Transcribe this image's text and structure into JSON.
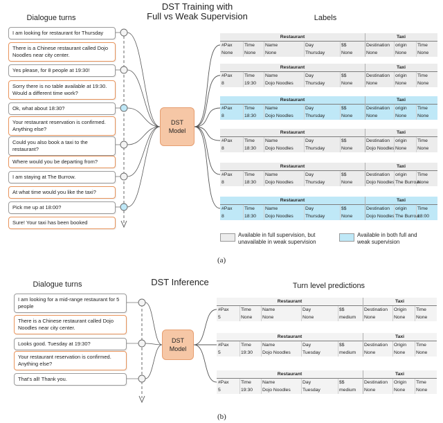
{
  "panel_a": {
    "title_line1": "DST Training with",
    "title_line2": "Full vs Weak Supervision",
    "dialogue_header": "Dialogue turns",
    "labels_header": "Labels",
    "model_label": "DST\nModel",
    "turns": [
      {
        "speaker": "user",
        "text": "I am looking for restaurant for Thursday",
        "marker": "open"
      },
      {
        "speaker": "system",
        "text": "There is a Chinese restaurant called Dojo Noodles near city center.",
        "marker": "none"
      },
      {
        "speaker": "user",
        "text": "Yes please, for 8 people at 19:30!",
        "marker": "open"
      },
      {
        "speaker": "system",
        "text": "Sorry there is no table available at 19:30. Would a different time work?",
        "marker": "none"
      },
      {
        "speaker": "user",
        "text": "Ok, what about 18:30?",
        "marker": "blue"
      },
      {
        "speaker": "system",
        "text": "Your restaurant reservation is confirmed. Anything else?",
        "marker": "none"
      },
      {
        "speaker": "user",
        "text": "Could you also book a taxi to the restaurant?",
        "marker": "open"
      },
      {
        "speaker": "system",
        "text": "Where would you be departing from?",
        "marker": "none"
      },
      {
        "speaker": "user",
        "text": "I am staying at The Burrow.",
        "marker": "open"
      },
      {
        "speaker": "system",
        "text": "At what time would you like the taxi?",
        "marker": "none"
      },
      {
        "speaker": "user",
        "text": "Pick me up at 18:00?",
        "marker": "blue"
      },
      {
        "speaker": "system",
        "text": "Sure! Your taxi has been booked",
        "marker": "none"
      }
    ],
    "tables": [
      {
        "style": "full",
        "groups": [
          "Restaurant",
          "Taxi"
        ],
        "headers": [
          "#Pax",
          "Time",
          "Name",
          "Day",
          "$$",
          "Destination",
          "origin",
          "Time"
        ],
        "values": [
          "None",
          "None",
          "None",
          "Thursday",
          "None",
          "None",
          "None",
          "None"
        ]
      },
      {
        "style": "full",
        "groups": [
          "Restaurant",
          "Taxi"
        ],
        "headers": [
          "#Pax",
          "Time",
          "Name",
          "Day",
          "$$",
          "Destination",
          "origin",
          "Time"
        ],
        "values": [
          "8",
          "19:30",
          "Dojo Noodles",
          "Thursday",
          "None",
          "None",
          "None",
          "None"
        ]
      },
      {
        "style": "hl",
        "groups": [
          "Restaurant",
          "Taxi"
        ],
        "headers": [
          "#Pax",
          "Time",
          "Name",
          "Day",
          "$$",
          "Destination",
          "origin",
          "Time"
        ],
        "values": [
          "8",
          "18:30",
          "Dojo Noodles",
          "Thursday",
          "None",
          "None",
          "None",
          "None"
        ]
      },
      {
        "style": "full",
        "groups": [
          "Restaurant",
          "Taxi"
        ],
        "headers": [
          "#Pax",
          "Time",
          "Name",
          "Day",
          "$$",
          "Destination",
          "origin",
          "Time"
        ],
        "values": [
          "8",
          "18:30",
          "Dojo Noodles",
          "Thursday",
          "None",
          "Dojo Noodles",
          "None",
          "None"
        ]
      },
      {
        "style": "full",
        "groups": [
          "Restaurant",
          "Taxi"
        ],
        "headers": [
          "#Pax",
          "Time",
          "Name",
          "Day",
          "$$",
          "Destination",
          "origin",
          "Time"
        ],
        "values": [
          "8",
          "18:30",
          "Dojo Noodles",
          "Thursday",
          "None",
          "Dojo Noodles",
          "The Burrow",
          "None"
        ]
      },
      {
        "style": "hl",
        "groups": [
          "Restaurant",
          "Taxi"
        ],
        "headers": [
          "#Pax",
          "Time",
          "Name",
          "Day",
          "$$",
          "Destination",
          "origin",
          "Time"
        ],
        "values": [
          "8",
          "18:30",
          "Dojo Noodles",
          "Thursday",
          "None",
          "Dojo Noodles",
          "The Burrow",
          "18:00"
        ]
      }
    ],
    "legend": [
      {
        "style": "full",
        "text_line1": "Available in full supervision, but",
        "text_line2": "unavailable in weak supervision"
      },
      {
        "style": "hl",
        "text_line1": "Available in both full and",
        "text_line2": "weak supervision"
      }
    ],
    "caption": "(a)"
  },
  "panel_b": {
    "title": "DST Inference",
    "dialogue_header": "Dialogue turns",
    "predictions_header": "Turn level predictions",
    "model_label": "DST\nModel",
    "turns": [
      {
        "speaker": "user",
        "text": "I am looking for a mid-range restaurant for 5 people",
        "marker": "open"
      },
      {
        "speaker": "system",
        "text": "There is a Chinese restaurant called Dojo Noodles near city center.",
        "marker": "none"
      },
      {
        "speaker": "user",
        "text": "Looks good. Tuesday at 19:30?",
        "marker": "open"
      },
      {
        "speaker": "system",
        "text": "Your restaurant reservation is confirmed. Anything else?",
        "marker": "none"
      },
      {
        "speaker": "user",
        "text": "That's all! Thank you.",
        "marker": "open"
      }
    ],
    "tables": [
      {
        "style": "plain",
        "groups": [
          "Restaurant",
          "Taxi"
        ],
        "headers": [
          "#Pax",
          "Time",
          "Name",
          "Day",
          "$$",
          "Destination",
          "Origin",
          "Time"
        ],
        "values": [
          "5",
          "None",
          "None",
          "None",
          "medium",
          "None",
          "None",
          "None"
        ]
      },
      {
        "style": "plain",
        "groups": [
          "Restaurant",
          "Taxi"
        ],
        "headers": [
          "#Pax",
          "Time",
          "Name",
          "Day",
          "$$",
          "Destination",
          "Origin",
          "Time"
        ],
        "values": [
          "5",
          "19:30",
          "Dojo Noodles",
          "Tuesday",
          "medium",
          "None",
          "None",
          "None"
        ]
      },
      {
        "style": "plain",
        "groups": [
          "Restaurant",
          "Taxi"
        ],
        "headers": [
          "#Pax",
          "Time",
          "Name",
          "Day",
          "$$",
          "Destination",
          "Origin",
          "Time"
        ],
        "values": [
          "5",
          "19:30",
          "Dojo Noodles",
          "Tuesday",
          "medium",
          "None",
          "None",
          "None"
        ]
      }
    ],
    "caption": "(b)"
  },
  "colors": {
    "system_border": "#e8935a",
    "user_border": "#9a9a9a",
    "model_fill": "#f6c7a6",
    "highlight": "#bfe8f7",
    "full_only": "#ececec",
    "connector": "#555555"
  }
}
